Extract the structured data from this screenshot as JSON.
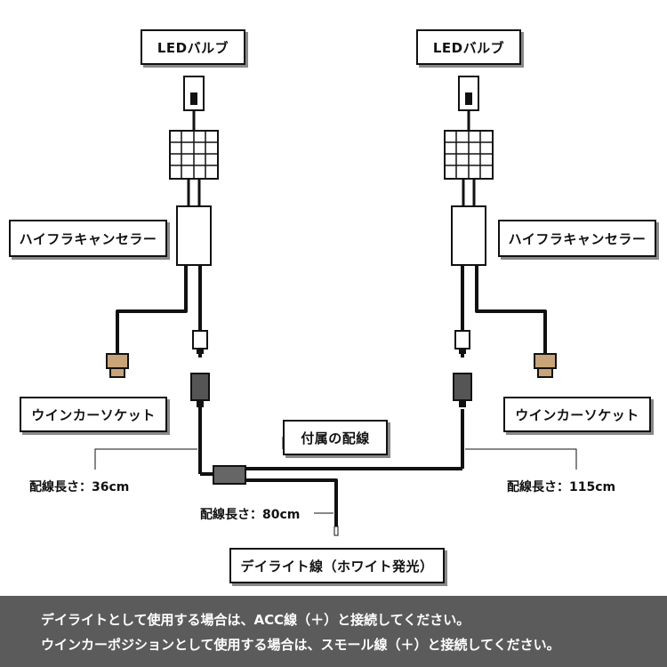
{
  "labels": {
    "led_bulb_left": "LEDバルブ",
    "led_bulb_right": "LEDバルブ",
    "canceller_left": "ハイフラキャンセラー",
    "canceller_right": "ハイフラキャンセラー",
    "socket_left": "ウインカーソケット",
    "socket_right": "ウインカーソケット",
    "attached_wiring": "付属の配線",
    "length_left": "配線長さ：36cm",
    "length_right": "配線長さ：115cm",
    "length_center": "配線長さ：80cm",
    "daylight_wire": "デイライト線（ホワイト発光）"
  },
  "notes": {
    "line1": "デイライトとして使用する場合は、ACC線（＋）と接続してください。",
    "line2": "ウインカーポジションとして使用する場合は、スモール線（＋）と接続してください。"
  },
  "colors": {
    "wire": "#111111",
    "footer_bg": "#5b5b5b",
    "footer_text": "#ffffff",
    "socket_fill": "#c8a47a"
  }
}
